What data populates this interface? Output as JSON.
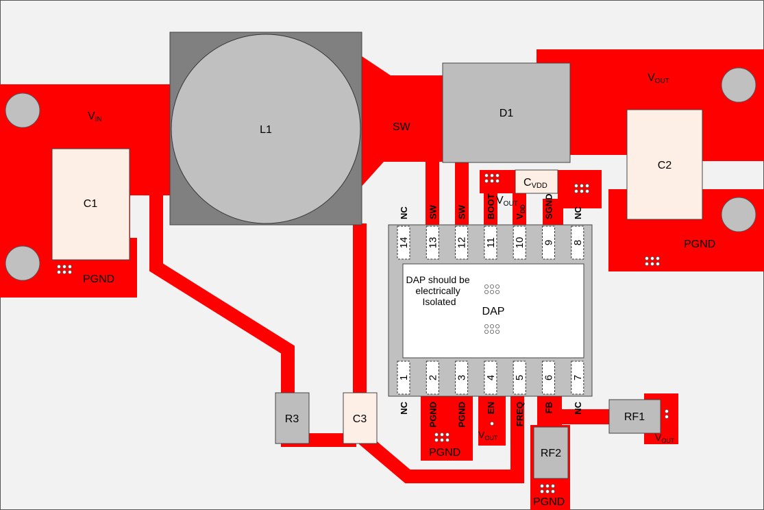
{
  "colors": {
    "copper": "#ff0000",
    "background": "#f2f2f2",
    "ic_body": "#c0c0c0",
    "component": "#bdbdbd",
    "cap": "#fdeee6",
    "inductor_body": "#808080"
  },
  "nets": {
    "vin": {
      "base": "V",
      "sub": "IN"
    },
    "sw": "SW",
    "vout_top": {
      "base": "V",
      "sub": "OUT"
    },
    "vout_en": {
      "base": "V",
      "sub": "OUT"
    },
    "vout_rf1": {
      "base": "V",
      "sub": "OUT"
    },
    "vout_boot": {
      "base": "V",
      "sub": "OUT"
    },
    "pgnd_c1": "PGND",
    "pgnd_c2": "PGND",
    "pgnd_bottom": "PGND",
    "pgnd_rf2": "PGND"
  },
  "components": {
    "l1": "L1",
    "d1": "D1",
    "c1": "C1",
    "c2": "C2",
    "c3": "C3",
    "r3": "R3",
    "rf1": "RF1",
    "rf2": "RF2",
    "cvdd": {
      "base": "C",
      "sub": "VDD"
    }
  },
  "ic": {
    "pins_top": [
      {
        "num": "14",
        "name": "NC"
      },
      {
        "num": "13",
        "name": "SW"
      },
      {
        "num": "12",
        "name": "SW"
      },
      {
        "num": "11",
        "name": "BOOT"
      },
      {
        "num": "10",
        "name": "VDD",
        "base": "V",
        "sub": "DD"
      },
      {
        "num": "9",
        "name": "SGND"
      },
      {
        "num": "8",
        "name": "NC"
      }
    ],
    "pins_bottom": [
      {
        "num": "1",
        "name": "NC"
      },
      {
        "num": "2",
        "name": "PGND"
      },
      {
        "num": "3",
        "name": "PGND"
      },
      {
        "num": "4",
        "name": "EN"
      },
      {
        "num": "5",
        "name": "FREQ"
      },
      {
        "num": "6",
        "name": "FB"
      },
      {
        "num": "7",
        "name": "NC"
      }
    ],
    "dap_label": "DAP",
    "dap_note": [
      "DAP should be",
      "electrically",
      "Isolated"
    ]
  }
}
